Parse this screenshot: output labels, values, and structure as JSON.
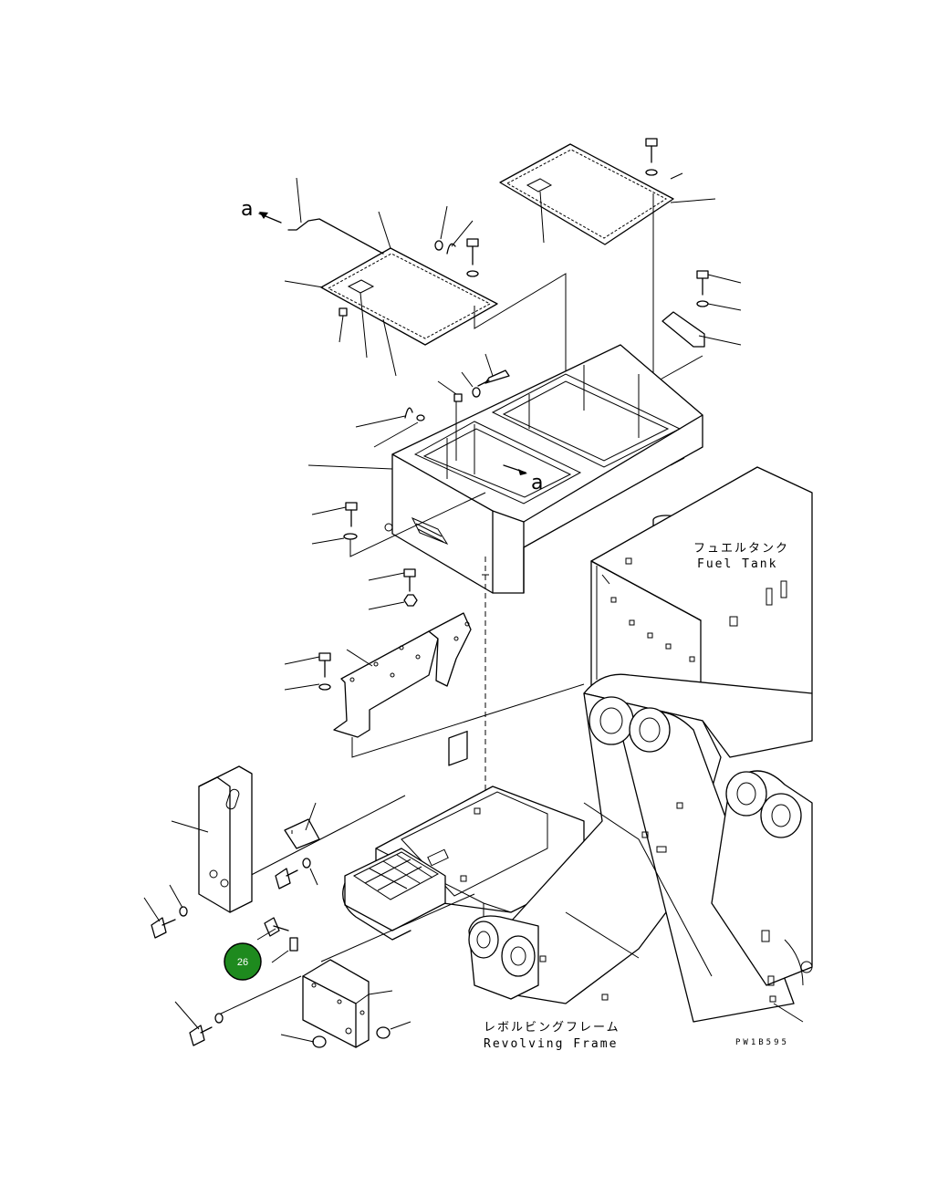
{
  "labels": {
    "fuel_tank_jp": "フュエルタンク",
    "fuel_tank_en": "Fuel Tank",
    "revolving_frame_jp": "レボルビングフレーム",
    "revolving_frame_en": "Revolving Frame",
    "drawing_code": "PW1B595",
    "view_marker_top": "a",
    "view_marker_mid": "a"
  },
  "callout": {
    "number": "26",
    "color": "#1e8a1e"
  }
}
